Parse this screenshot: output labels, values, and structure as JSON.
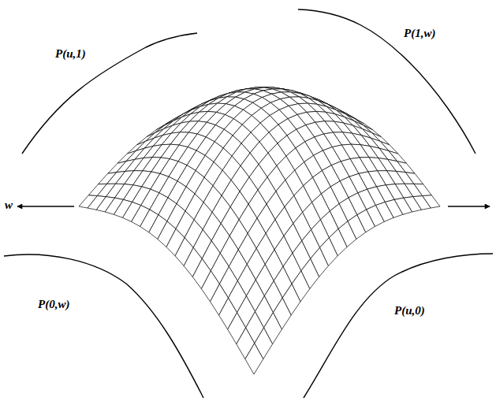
{
  "diagram": {
    "labels": [
      "P(u,1)",
      "P(1,w)",
      "w",
      "P(0,w)",
      "P(u,0)"
    ]
  }
}
